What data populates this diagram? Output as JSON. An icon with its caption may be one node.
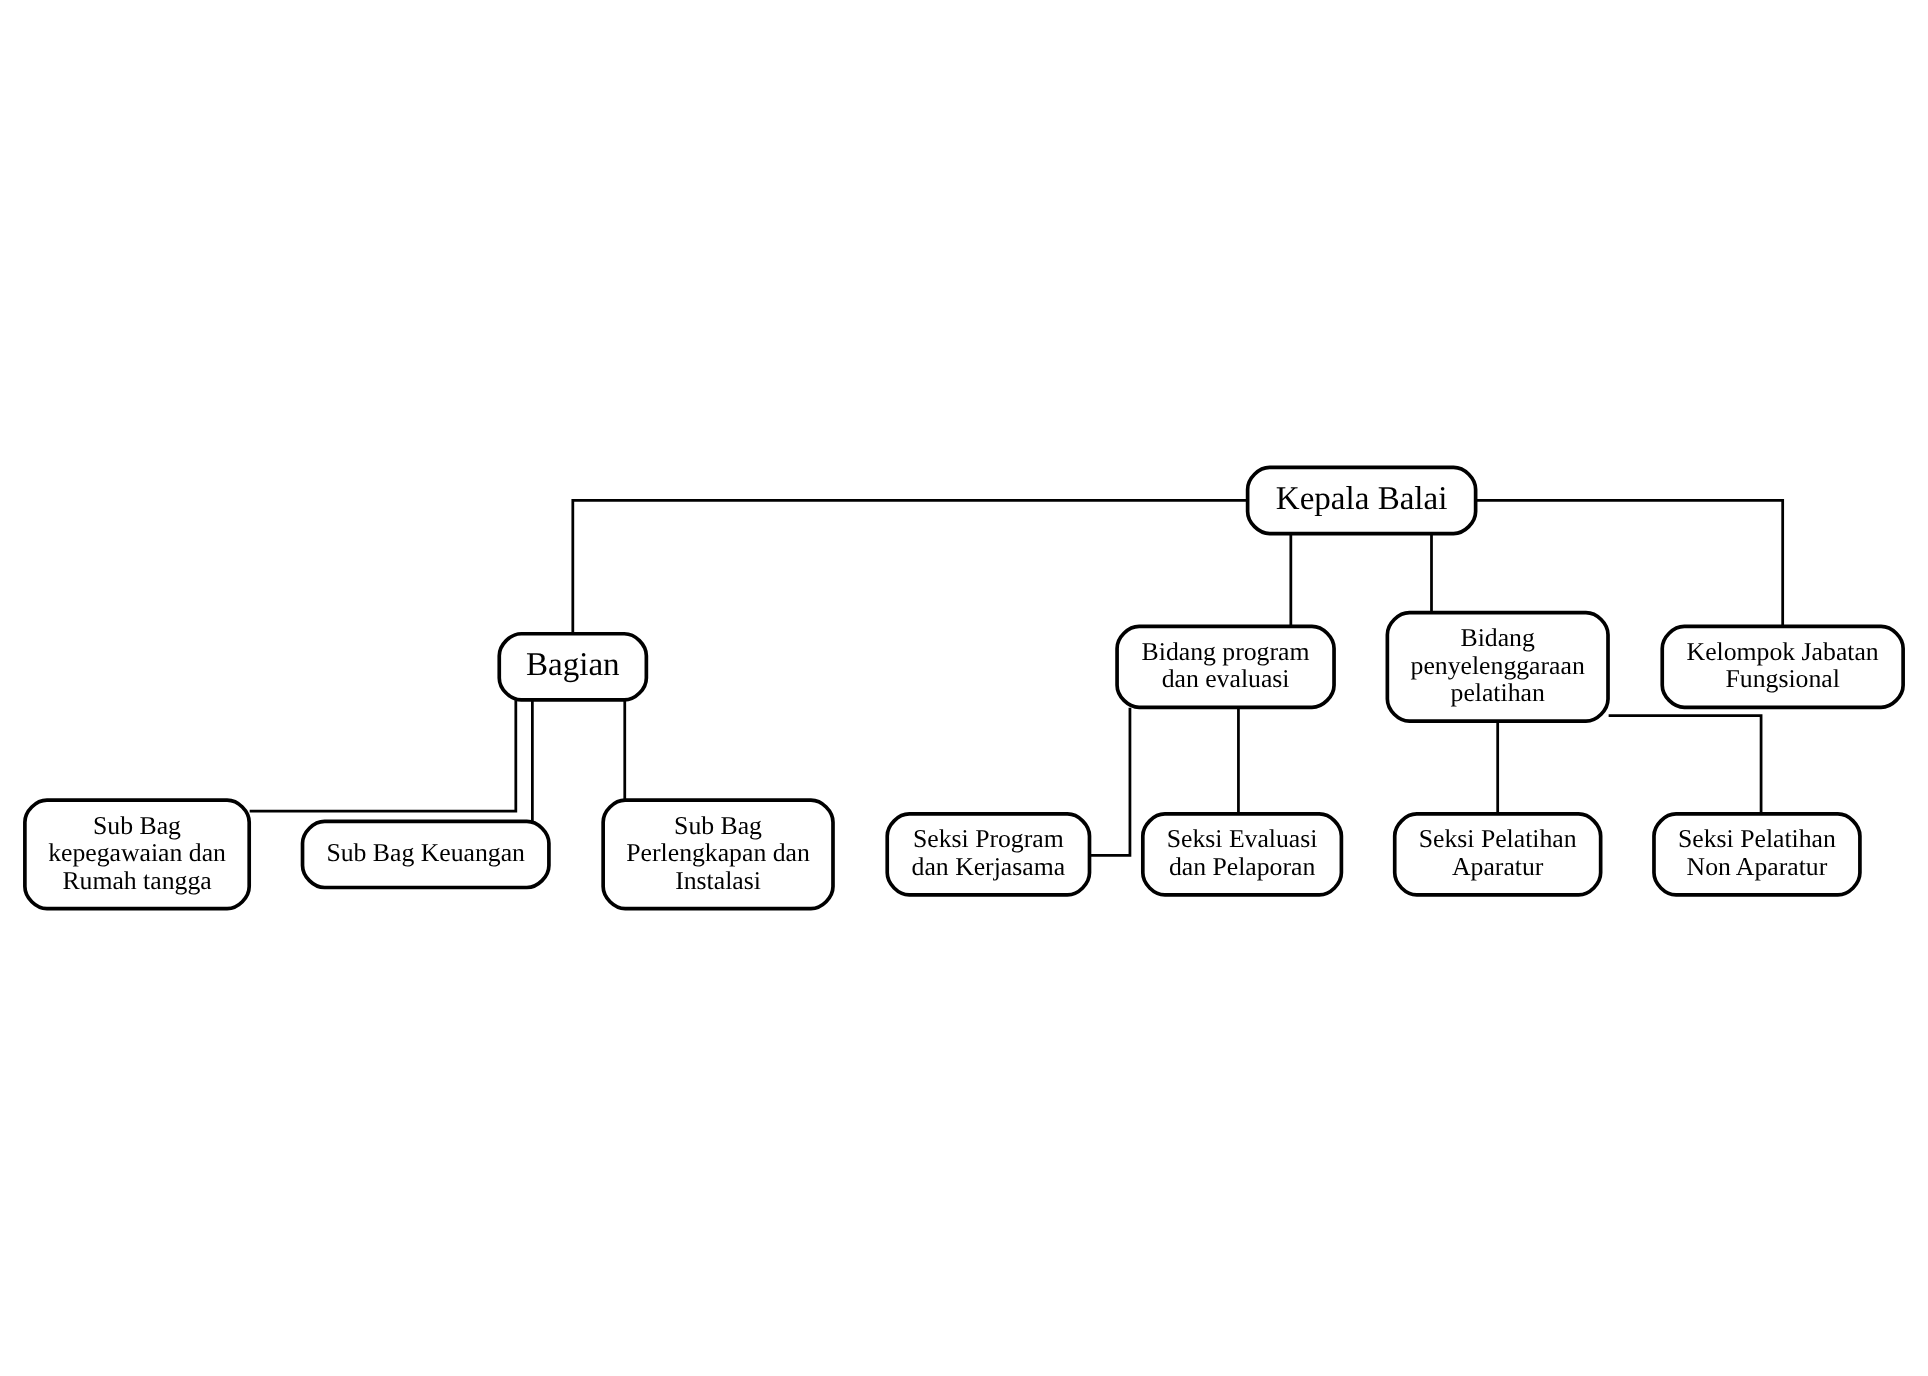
{
  "diagram": {
    "nodes": [
      {
        "text": [
          "Kepala Balai"
        ]
      },
      {
        "text": [
          "Bagian"
        ]
      },
      {
        "text": [
          "Sub Bag kepegawaian dan Rumah tangga"
        ]
      },
      {
        "text": [
          "Sub Bag Keuangan"
        ]
      },
      {
        "text": [
          "Sub Bag Perlengkapan dan Instalasi"
        ]
      },
      {
        "text": [
          "Bidang program dan evaluasi"
        ]
      },
      {
        "text": [
          "Bidang penyelenggaraan pelatihan"
        ]
      },
      {
        "text": [
          "Seksi Program dan Kerjasama"
        ]
      },
      {
        "text": [
          "Seksi Evaluasi dan Pelaporan"
        ]
      },
      {
        "text": [
          "Seksi Pelatihan Aparatur"
        ]
      },
      {
        "text": [
          "Seksi Pelatihan Non Aparatur"
        ]
      },
      {
        "text": [
          "Kelompok Jabatan Fungsional"
        ]
      }
    ],
    "edges": [
      {
        "from": 0,
        "to": 1,
        "arrow": "none"
      },
      {
        "from": 1,
        "to": 2,
        "arrow": "none"
      },
      {
        "from": 1,
        "to": 3,
        "arrow": "none"
      },
      {
        "from": 1,
        "to": 4,
        "arrow": "none"
      },
      {
        "from": 0,
        "to": 5,
        "arrow": "none"
      },
      {
        "from": 0,
        "to": 6,
        "arrow": "none"
      },
      {
        "from": 5,
        "to": 7,
        "arrow": "none"
      },
      {
        "from": 5,
        "to": 8,
        "arrow": "none"
      },
      {
        "from": 6,
        "to": 9,
        "arrow": "none"
      },
      {
        "from": 6,
        "to": 10,
        "arrow": "none"
      },
      {
        "from": 0,
        "to": 11,
        "arrow": "none"
      }
    ]
  }
}
